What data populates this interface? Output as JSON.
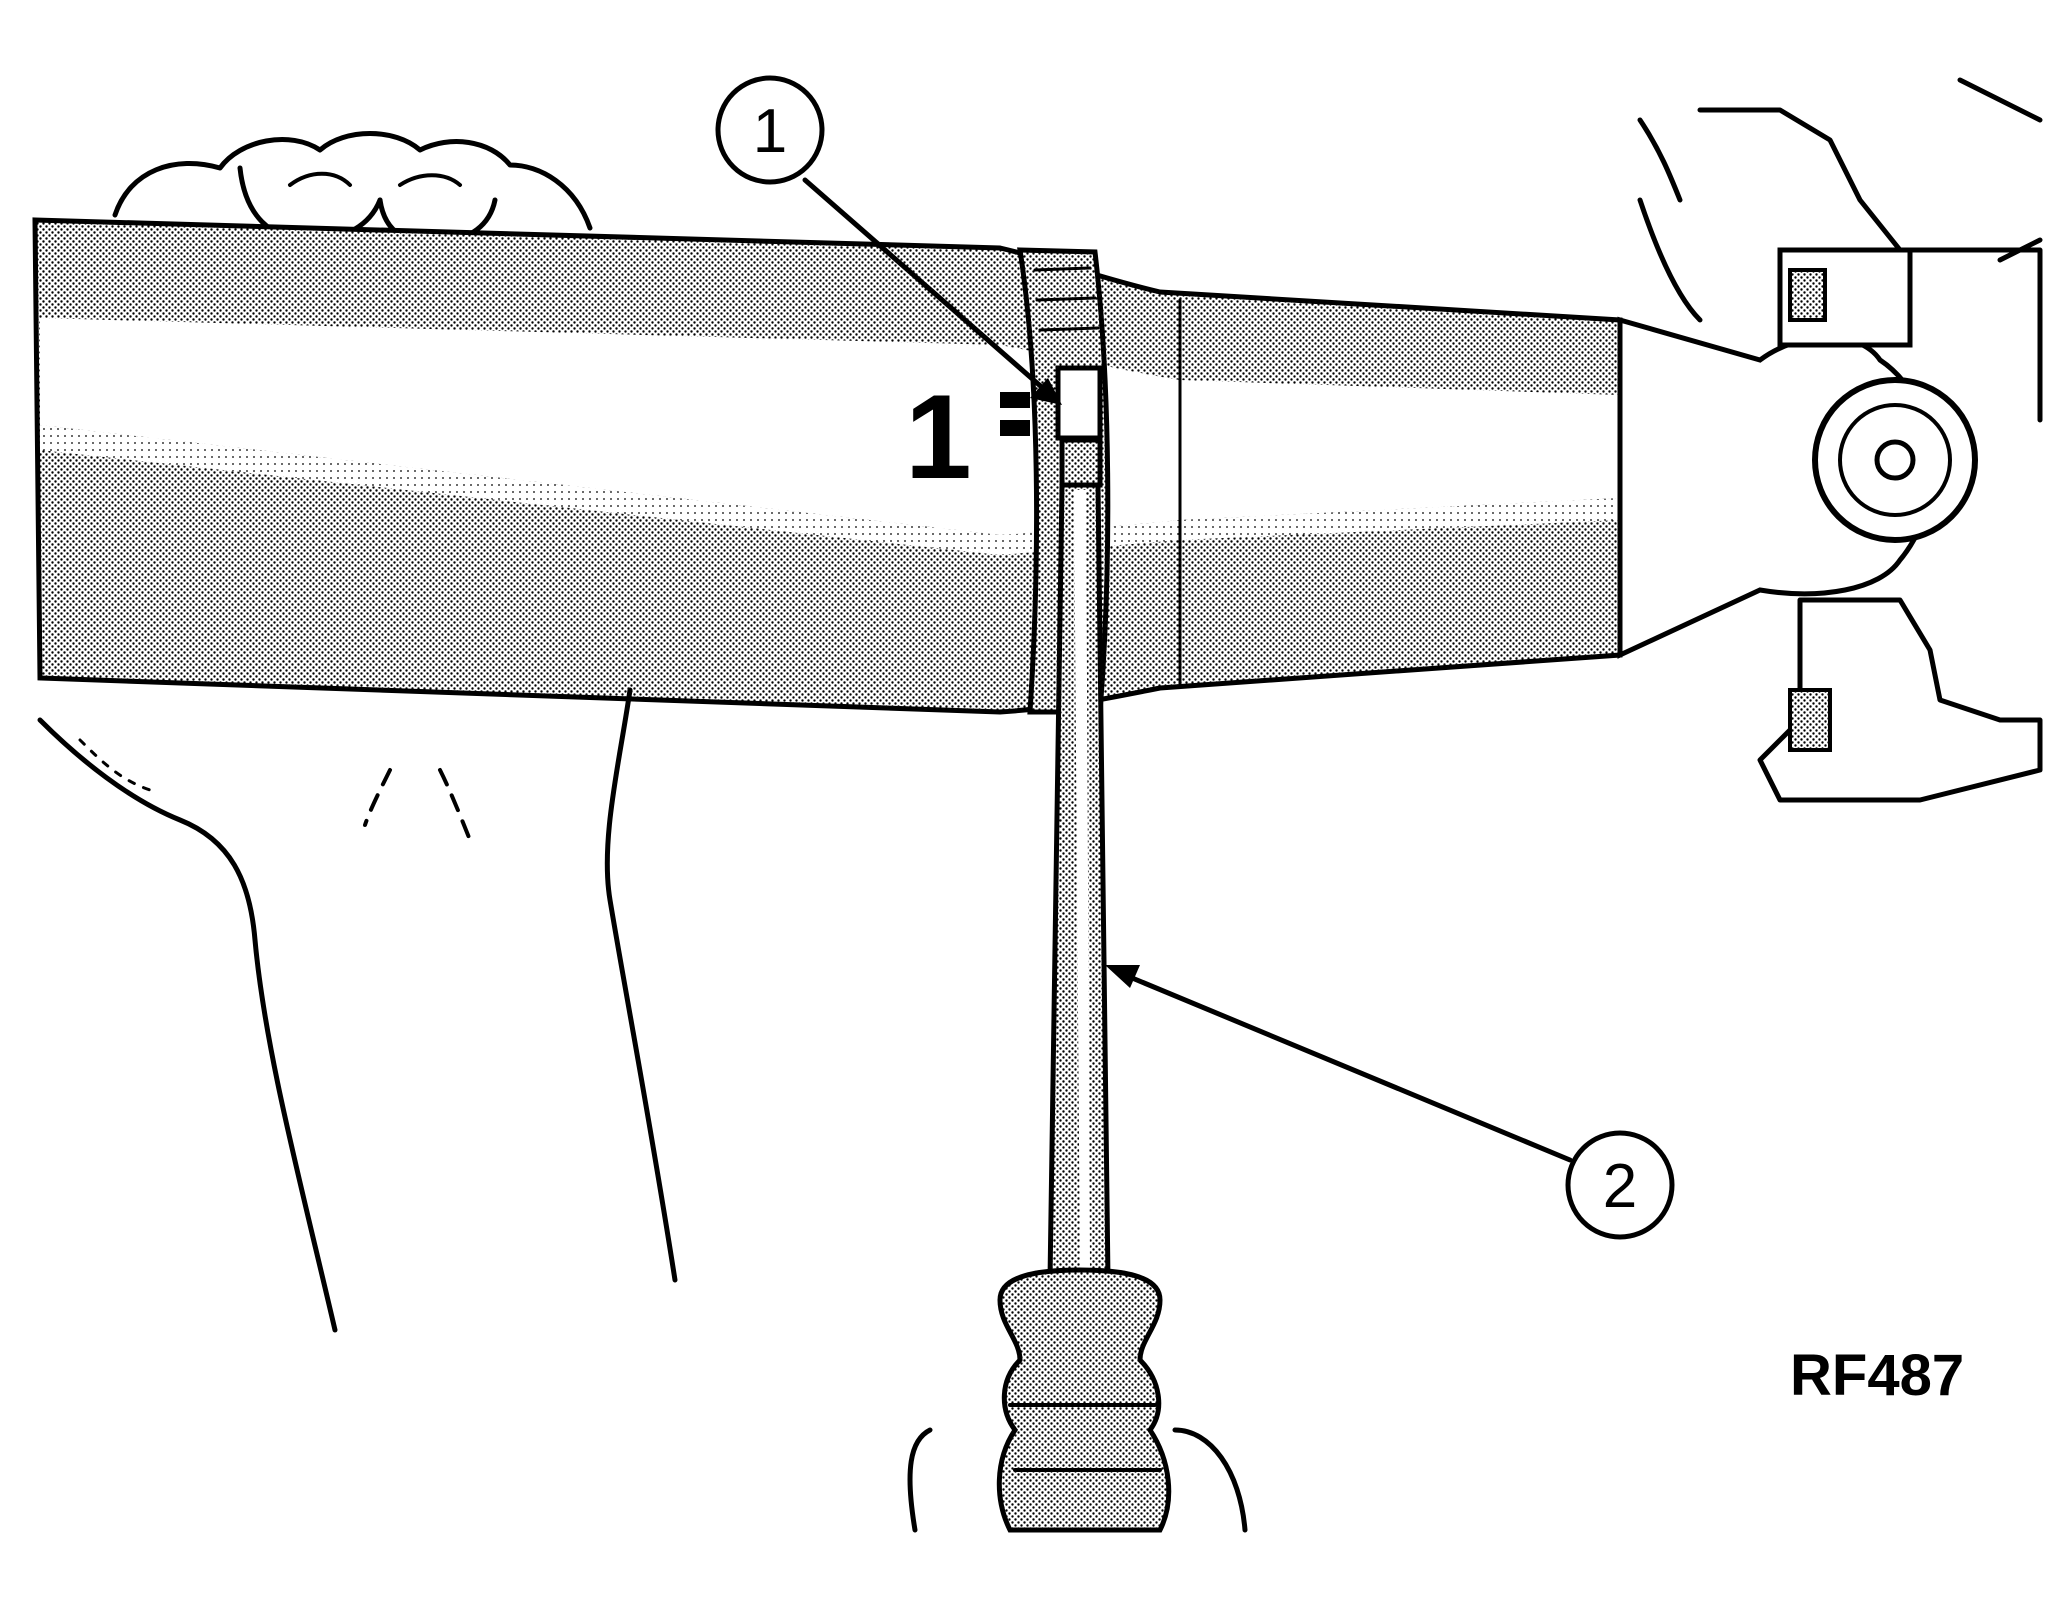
{
  "callouts": [
    {
      "number": "1"
    },
    {
      "number": "2"
    }
  ],
  "shaft_marking": "1",
  "figure_id": "RF487",
  "colors": {
    "ink": "#000000",
    "paper": "#ffffff"
  }
}
